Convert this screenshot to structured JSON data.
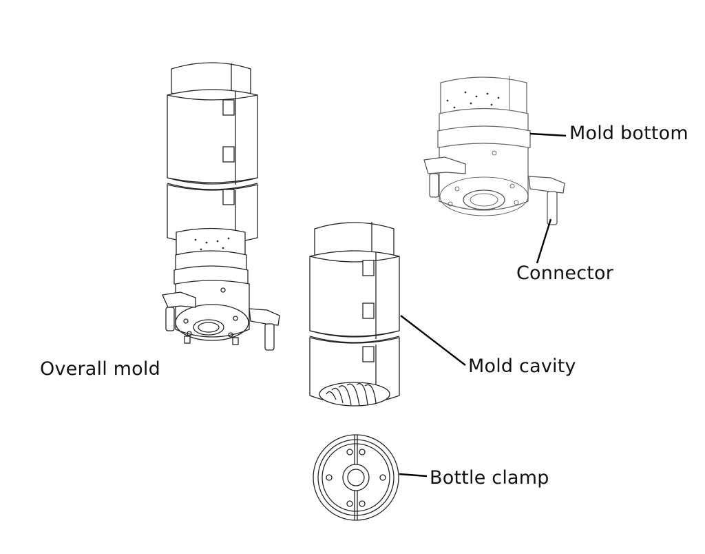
{
  "labels": {
    "overall_mold": "Overall mold",
    "mold_bottom": "Mold bottom",
    "connector": "Connector",
    "mold_cavity": "Mold cavity",
    "bottle_clamp": "Bottle clamp"
  },
  "colors": {
    "line": "#222222",
    "background": "#ffffff"
  }
}
